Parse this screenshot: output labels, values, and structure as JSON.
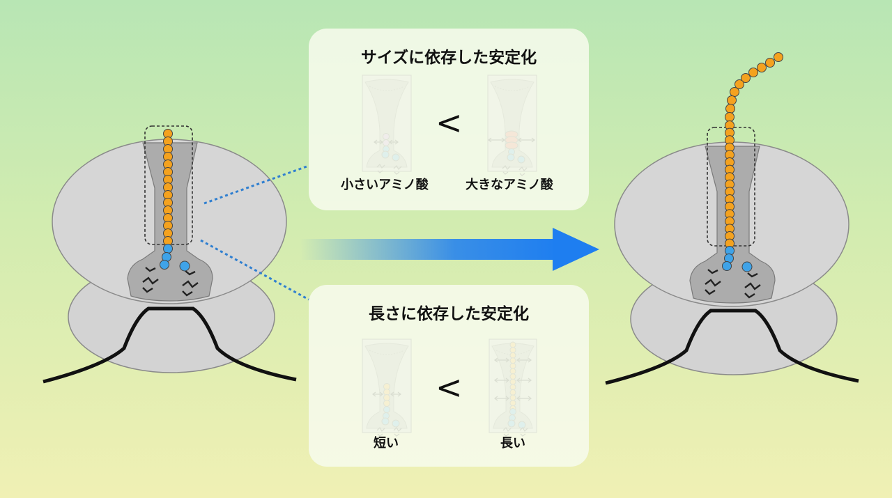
{
  "panels": {
    "size": {
      "title": "サイズに依存した安定化",
      "comparator": "<",
      "left_label": "小さいアミノ酸",
      "right_label": "大きなアミノ酸"
    },
    "length": {
      "title": "長さに依存した安定化",
      "comparator": "<",
      "left_label": "短い",
      "right_label": "長い"
    }
  },
  "colors": {
    "ribosome": "#d2d2d2",
    "ribosome_stroke": "#777777",
    "tunnel": "#a9a9a9",
    "nascent_chain": "#f4a21f",
    "chain_blue": "#3fa3e8",
    "small_amino_acid": "#c48ae6",
    "large_amino_acid": "#ee5a4a",
    "arrow": "#1e7ef0",
    "mrna": "#111111"
  },
  "icons": {
    "transition_arrow": "arrow-right-icon",
    "comparison": "less-than-icon",
    "force": "double-arrow-icon"
  }
}
